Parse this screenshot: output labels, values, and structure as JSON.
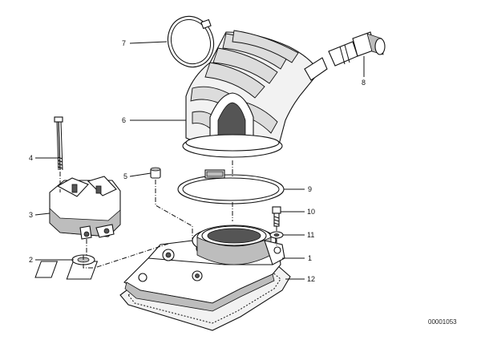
{
  "callouts": [
    {
      "id": "1",
      "label": "1"
    },
    {
      "id": "2",
      "label": "2"
    },
    {
      "id": "3",
      "label": "3"
    },
    {
      "id": "4",
      "label": "4"
    },
    {
      "id": "5",
      "label": "5"
    },
    {
      "id": "6",
      "label": "6"
    },
    {
      "id": "7",
      "label": "7"
    },
    {
      "id": "8",
      "label": "8"
    },
    {
      "id": "9",
      "label": "9"
    },
    {
      "id": "10",
      "label": "10"
    },
    {
      "id": "11",
      "label": "11"
    },
    {
      "id": "12",
      "label": "12"
    }
  ],
  "document_number": "00001053"
}
